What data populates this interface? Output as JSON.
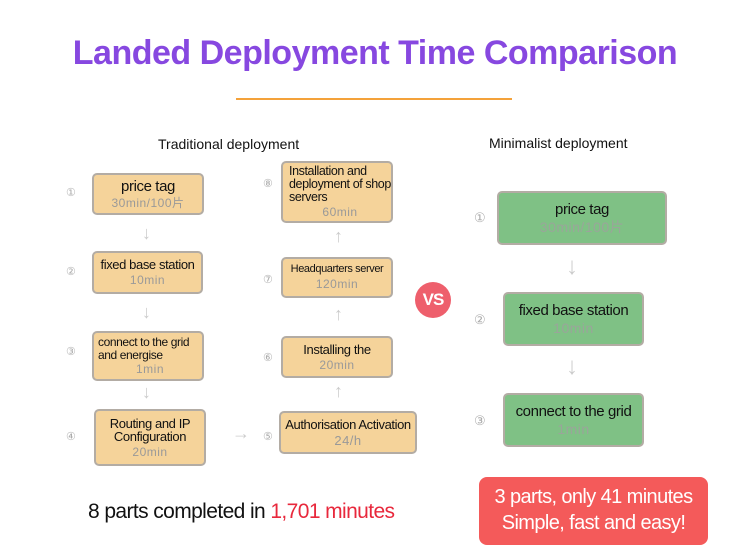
{
  "title": "Landed Deployment Time Comparison",
  "traditional": {
    "heading": "Traditional deployment",
    "steps": [
      {
        "num": "①",
        "label": "price tag",
        "time": "30min/100片"
      },
      {
        "num": "②",
        "label": "fixed base station",
        "time": "10min"
      },
      {
        "num": "③",
        "label": "connect to the grid and energise",
        "time": "1min"
      },
      {
        "num": "④",
        "label": "Routing and IP Configuration",
        "time": "20min"
      },
      {
        "num": "⑤",
        "label": "Authorisation Activation",
        "time": "24/h"
      },
      {
        "num": "⑥",
        "label": "Installing the",
        "time": "20min"
      },
      {
        "num": "⑦",
        "label": "Headquarters server",
        "time": "120min"
      },
      {
        "num": "⑧",
        "label": "Installation and deployment of shop servers",
        "time": "60min"
      }
    ]
  },
  "vs": "VS",
  "minimalist": {
    "heading": "Minimalist deployment",
    "steps": [
      {
        "num": "①",
        "label": "price tag",
        "time": "30min/100片"
      },
      {
        "num": "②",
        "label": "fixed base station",
        "time": "10min"
      },
      {
        "num": "③",
        "label": "connect to the grid",
        "time": "1min"
      }
    ]
  },
  "summary_left": {
    "text": "8 parts completed in ",
    "highlight": "1,701 minutes"
  },
  "summary_right": {
    "line1": "3 parts, only 41 minutes",
    "line2": "Simple, fast and easy!"
  },
  "colors": {
    "title": "#8748e0",
    "traditional_box": "#f5d39a",
    "minimal_box": "#7fc185",
    "accent_red": "#f45a5a"
  }
}
